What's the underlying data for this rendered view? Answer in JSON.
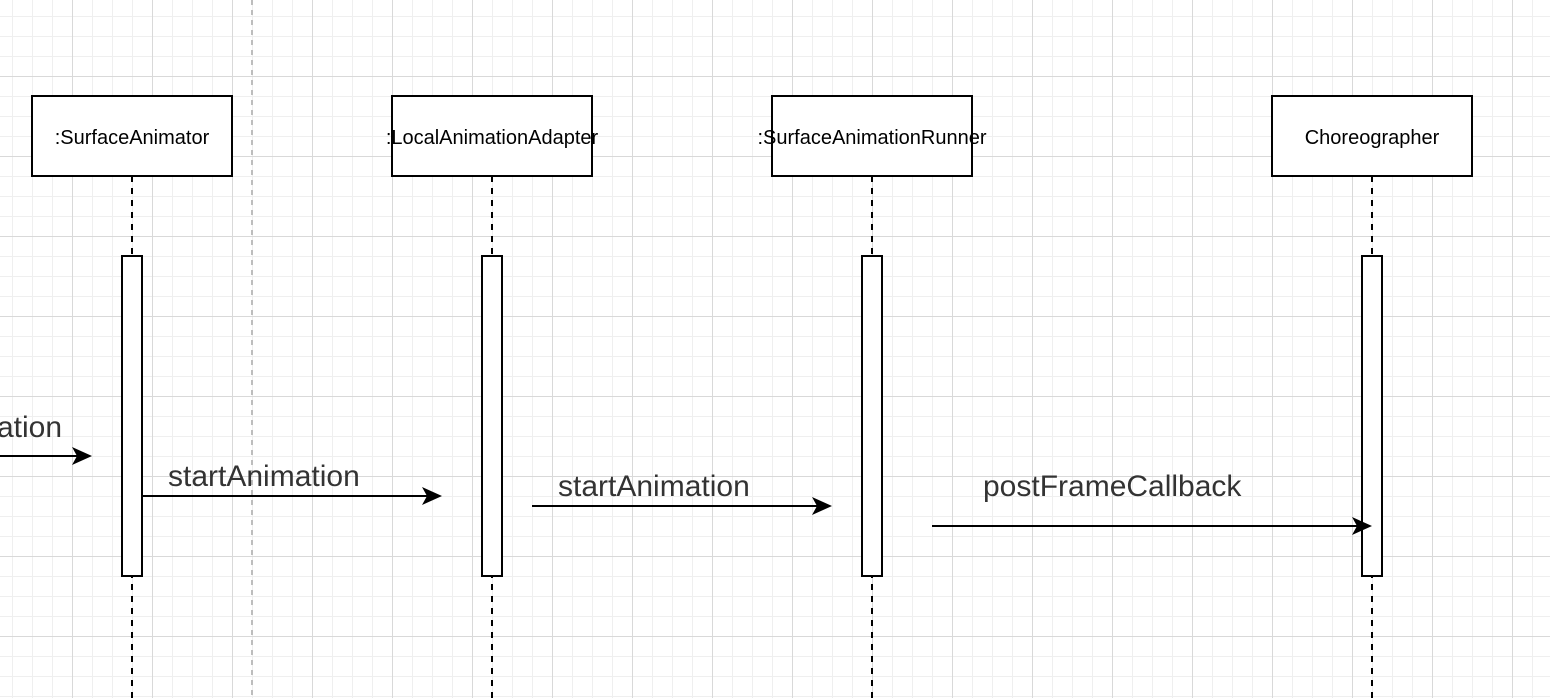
{
  "participants": [
    {
      "id": "surface-animator",
      "label": ":SurfaceAnimator"
    },
    {
      "id": "local-animation-adapter",
      "label": ":LocalAnimationAdapter"
    },
    {
      "id": "surface-animation-runner",
      "label": ":SurfaceAnimationRunner"
    },
    {
      "id": "choreographer",
      "label": "Choreographer"
    }
  ],
  "messages": [
    {
      "id": "incoming",
      "label": "ation"
    },
    {
      "id": "start-animation-1",
      "label": "startAnimation"
    },
    {
      "id": "start-animation-2",
      "label": "startAnimation"
    },
    {
      "id": "post-frame-callback",
      "label": "postFrameCallback"
    }
  ],
  "colors": {
    "line": "#000000",
    "label": "#333333",
    "grid_major": "#d9d9d9",
    "grid_minor": "#efefef"
  }
}
